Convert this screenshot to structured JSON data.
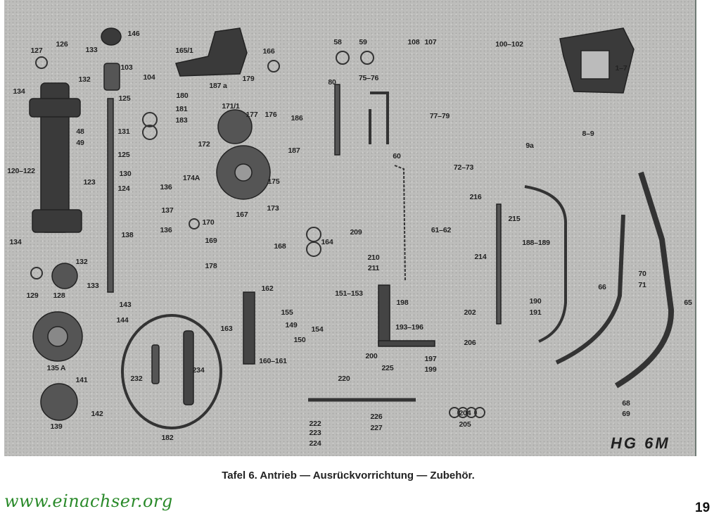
{
  "plate": {
    "model_mark": "HG 6M",
    "part_numbers": [
      "146",
      "127",
      "126",
      "133",
      "132",
      "103",
      "104",
      "165/1",
      "179",
      "187 a",
      "180",
      "181",
      "183",
      "166",
      "134",
      "48",
      "49",
      "125",
      "131",
      "125",
      "130",
      "136",
      "124",
      "137",
      "138",
      "136",
      "120–122",
      "123",
      "171/1",
      "177",
      "176",
      "186",
      "187",
      "172",
      "174A",
      "175",
      "173",
      "167",
      "170",
      "169",
      "168",
      "178",
      "164",
      "134",
      "132",
      "133",
      "129",
      "128",
      "143",
      "144",
      "135 A",
      "141",
      "142",
      "139",
      "182",
      "232",
      "234",
      "162",
      "163",
      "160–161",
      "155",
      "149",
      "150",
      "154",
      "151–153",
      "58",
      "59",
      "108",
      "107",
      "100–102",
      "1–7",
      "80",
      "75–76",
      "77–79",
      "60",
      "72–73",
      "61–62",
      "209",
      "210",
      "211",
      "9a",
      "8–9",
      "216",
      "215",
      "214",
      "188–189",
      "190",
      "191",
      "66",
      "70",
      "71",
      "65",
      "198",
      "193–196",
      "200",
      "197",
      "199",
      "202",
      "206",
      "220",
      "225",
      "222",
      "223",
      "224",
      "226",
      "227",
      "204",
      "205",
      "68",
      "69"
    ]
  },
  "caption": "Tafel 6. Antrieb — Ausrückvorrichtung — Zubehör.",
  "watermark": "www.einachser.org",
  "page_number": "19"
}
